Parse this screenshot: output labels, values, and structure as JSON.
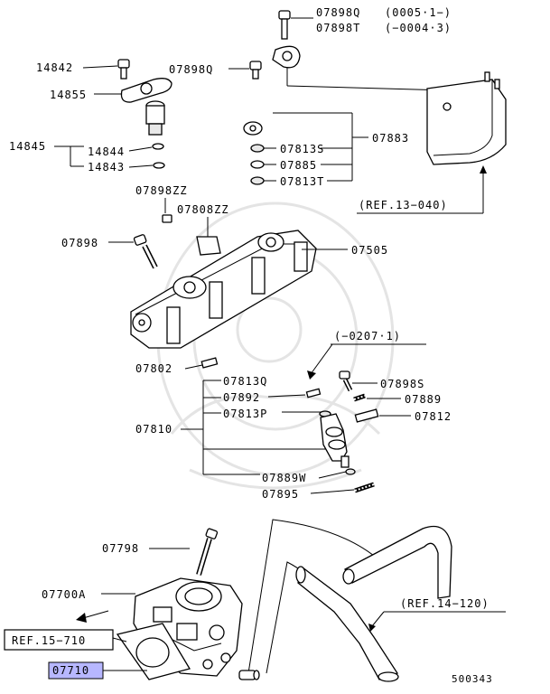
{
  "labels": {
    "p07898Q_a": "07898Q",
    "p07898Q_a_range": "(0005·1−)",
    "p07898T": "07898T",
    "p07898T_range": "(−0004·3)",
    "p14842": "14842",
    "p07898Q_b": "07898Q",
    "p14855": "14855",
    "p14845": "14845",
    "p14844": "14844",
    "p14843": "14843",
    "p07883": "07883",
    "p07813S": "07813S",
    "p07885": "07885",
    "p07813T": "07813T",
    "ref13040": "(REF.13−040)",
    "p07898ZZ": "07898ZZ",
    "p07808ZZ": "07808ZZ",
    "p07898": "07898",
    "p07505": "07505",
    "range0207": "(−0207·1)",
    "p07802": "07802",
    "p07813Q": "07813Q",
    "p07898S": "07898S",
    "p07892": "07892",
    "p07889": "07889",
    "p07813P": "07813P",
    "p07812": "07812",
    "p07810": "07810",
    "p07889W": "07889W",
    "p07895": "07895",
    "p07798": "07798",
    "p07700A": "07700A",
    "ref14120": "(REF.14−120)",
    "ref15710": "REF.15−710",
    "p07710": "07710",
    "diagram_number": "500343"
  },
  "colors": {
    "highlight": "#b7b7ff",
    "line": "#000000",
    "watermark": "#e4e4e4"
  }
}
